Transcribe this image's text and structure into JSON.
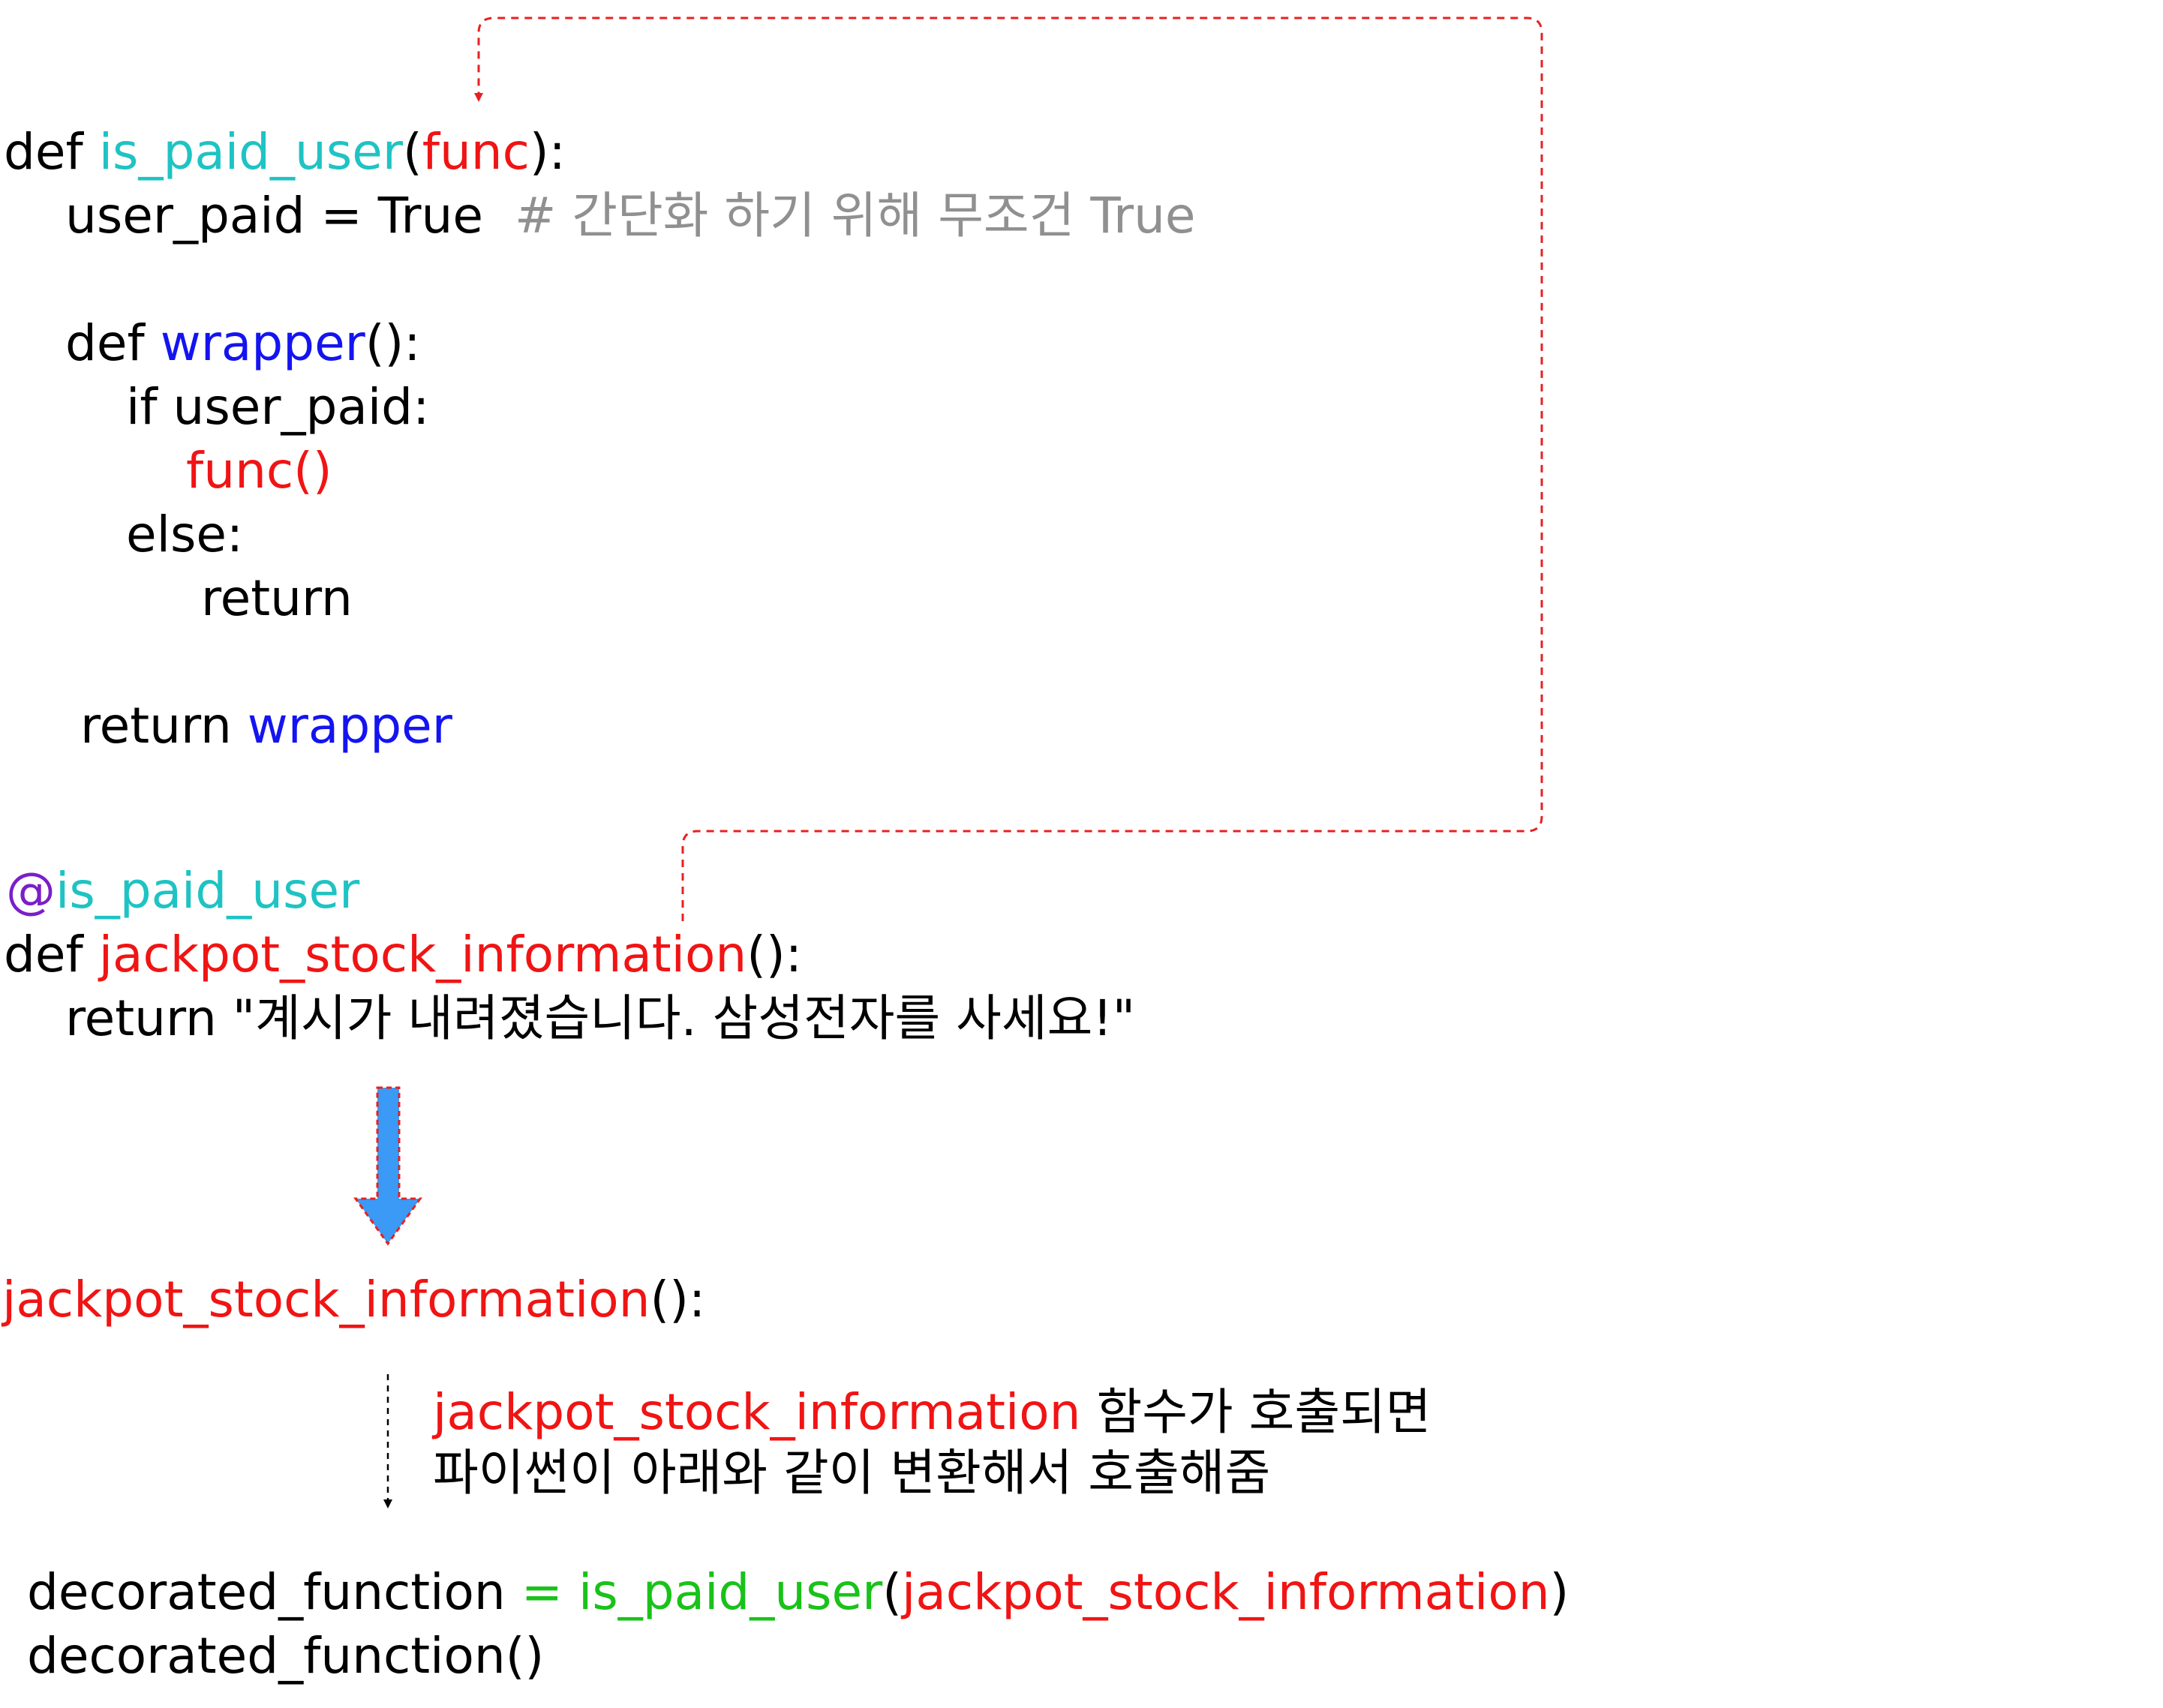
{
  "code": {
    "l1": {
      "kw": "def ",
      "name": "is_paid_user",
      "open": "(",
      "arg": "func",
      "close": "):"
    },
    "l2": {
      "text": "user_paid = True  ",
      "comment": "# 간단화 하기 위해 무조건 True"
    },
    "l3": {
      "kw": "def ",
      "name": "wrapper",
      "rest": "():"
    },
    "l4": {
      "text": "if user_paid:"
    },
    "l5": {
      "text": "func()"
    },
    "l6": {
      "text": "else:"
    },
    "l7": {
      "text": "return"
    },
    "l8": {
      "kw": "return ",
      "name": "wrapper"
    },
    "l9": {
      "at": "@",
      "name": "is_paid_user"
    },
    "l10": {
      "kw": "def ",
      "name": "jackpot_stock_information",
      "rest": "():"
    },
    "l11": {
      "text": "return \"계시가 내려졌습니다. 삼성전자를 사세요!\""
    }
  },
  "result": {
    "call": {
      "name": "jackpot_stock_information",
      "rest": "():"
    },
    "note1": {
      "name": "jackpot_stock_information",
      "rest": " 함수가 호출되면"
    },
    "note2": {
      "text": "파이썬이 아래와 같이 변환해서 호출해줌"
    },
    "final1": {
      "lhs": "decorated_function ",
      "eq": "=",
      "fn": " is_paid_user",
      "open": "(",
      "arg": "jackpot_stock_information",
      "close": ")"
    },
    "final2": {
      "text": "decorated_function()"
    }
  },
  "colors": {
    "function_name": "#1FC3C3",
    "argument": "#F01414",
    "inner_function": "#1414F0",
    "decorated_call": "#19C219",
    "comment": "#909090",
    "decorator_at": "#7A1FC8",
    "arrow_fill": "#3A9AF5",
    "dashed_connector": "#E82020"
  }
}
